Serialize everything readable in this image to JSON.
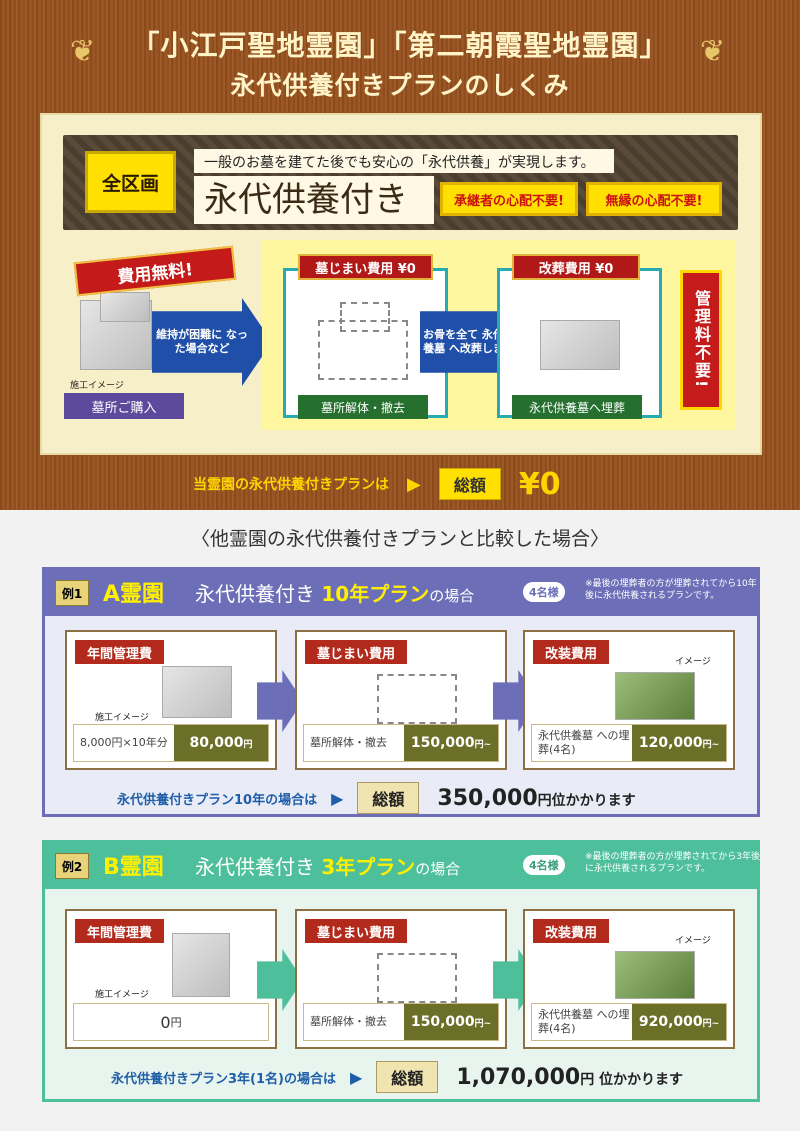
{
  "header": {
    "title_line1": "「小江戸聖地霊園」「第二朝霞聖地霊園」",
    "title_line2": "永代供養付きプランのしくみ"
  },
  "banner": {
    "zenkukaku": "全区画",
    "message": "一般のお墓を建てた後でも安心の「永代供養」が実現します。",
    "big": "永代供養付き",
    "badge1": "承継者の心配不要!",
    "badge2": "無縁の心配不要!"
  },
  "flow": {
    "ribbon": "費用無料!",
    "caption_note": "施工イメージ",
    "step0_label": "墓所ご購入",
    "arrow1": "維持が困難に なった場合など",
    "step1_header": "墓じまい費用 ¥0",
    "step1_label": "墓所解体・撤去",
    "arrow2": "お骨を全て 永代供養墓 へ改葬します",
    "step2_header": "改葬費用 ¥0",
    "step2_label": "永代供養墓へ埋葬",
    "vertical": "管理料不要!"
  },
  "total": {
    "label": "当霊園の永代供養付きプランは",
    "sou": "総額",
    "amount": "¥0"
  },
  "compare_title": "〈他霊園の永代供養付きプランと比較した場合〉",
  "example1": {
    "ex": "例1",
    "name": "A霊園",
    "plan_pre": "永代供養付き",
    "plan_bold": "10年プラン",
    "plan_post": "の場合",
    "persons": "4名様",
    "note": "※最後の埋葬者の方が埋葬されてから10年後に永代供養されるプランです。",
    "card1_hdr": "年間管理費",
    "card1_note": "施工イメージ",
    "card1_left": "8,000円×10年分",
    "card1_right": "80,000",
    "card1_unit": "円",
    "card2_hdr": "墓じまい費用",
    "card2_left": "墓所解体・撤去",
    "card2_right": "150,000",
    "card2_unit": "円~",
    "card3_hdr": "改装費用",
    "card3_note": "イメージ",
    "card3_left": "永代供養墓 への埋葬(4名)",
    "card3_right": "120,000",
    "card3_unit": "円~",
    "sum_label": "永代供養付きプラン10年の場合は",
    "sum_sou": "総額",
    "sum_amount": "350,000",
    "sum_suffix": "円位かかります"
  },
  "example2": {
    "ex": "例2",
    "name": "B霊園",
    "plan_pre": "永代供養付き",
    "plan_bold": "3年プラン",
    "plan_post": "の場合",
    "persons": "4名様",
    "note": "※最後の埋葬者の方が埋葬されてから3年後に永代供養されるプランです。",
    "card1_hdr": "年間管理費",
    "card1_note": "施工イメージ",
    "card1_value": "0",
    "card1_unit": "円",
    "card2_hdr": "墓じまい費用",
    "card2_left": "墓所解体・撤去",
    "card2_right": "150,000",
    "card2_unit": "円~",
    "card3_hdr": "改装費用",
    "card3_note": "イメージ",
    "card3_left": "永代供養墓 への埋葬(4名)",
    "card3_right": "920,000",
    "card3_unit": "円~",
    "sum_label": "永代供養付きプラン3年(1名)の場合は",
    "sum_sou": "総額",
    "sum_amount": "1,070,000",
    "sum_suffix": "円 位かかります"
  },
  "colors": {
    "wood": "#8b4a1c",
    "teal": "#27aab1",
    "example1": "#6c6fb8",
    "example2": "#4dbf9b"
  }
}
